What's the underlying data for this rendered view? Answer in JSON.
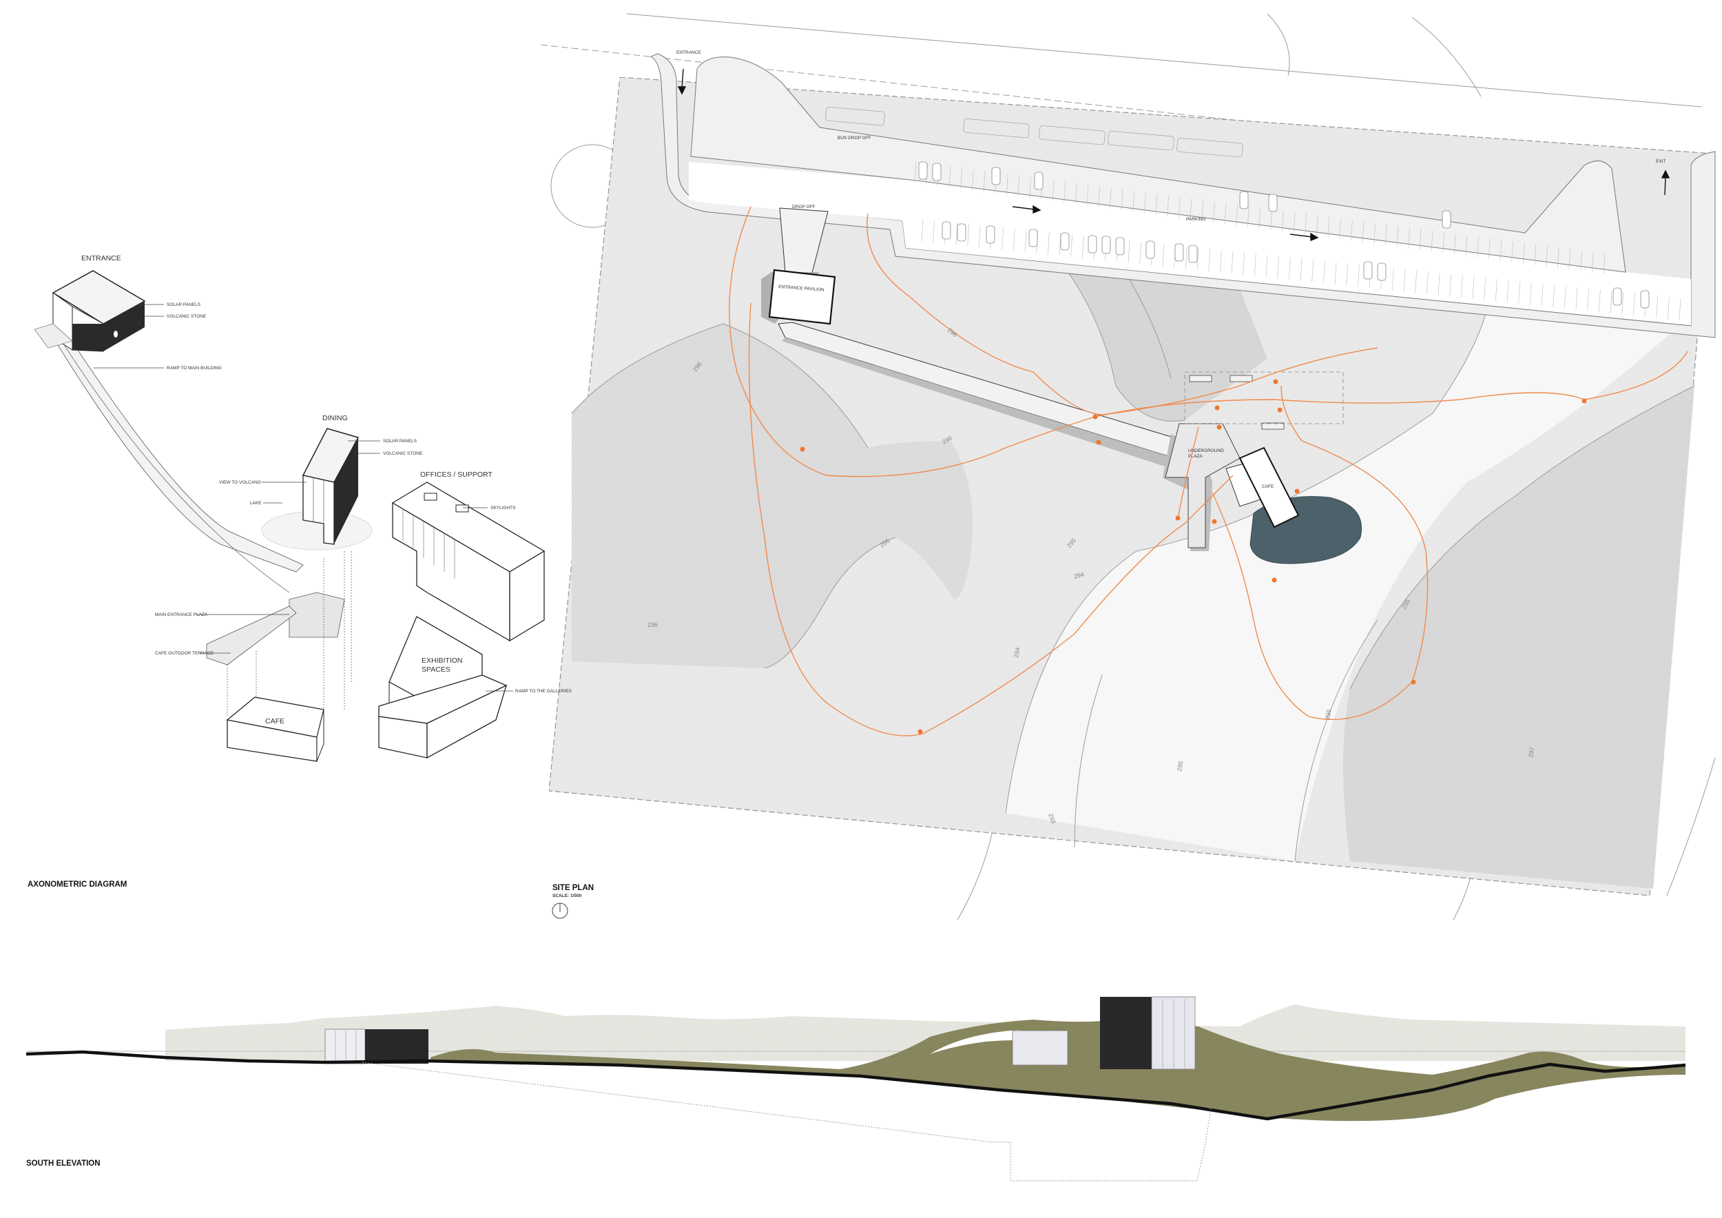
{
  "axonometric": {
    "title": "AXONOMETRIC DIAGRAM",
    "entrance": {
      "label": "ENTRANCE",
      "solar_panels": "SOLAR PANELS",
      "volcanic_stone": "VOLCANIC STONE",
      "ramp": "RAMP TO MAIN BUILDING"
    },
    "dining": {
      "label": "DINING",
      "solar_panels": "SOLAR PANELS",
      "volcanic_stone": "VOLCANIC STONE",
      "view": "VIEW TO VOLCANO",
      "lake": "LAKE"
    },
    "offices": {
      "label": "OFFICES / SUPPORT",
      "skylights": "SKYLIGHTS"
    },
    "main_entrance_plaza": "MAIN ENTRANCE PLAZA",
    "cafe_terrace": "CAFE OUTDOOR TERRACE",
    "cafe": "CAFE",
    "exhibition": {
      "line1": "EXHIBITION",
      "line2": "SPACES"
    },
    "ramp_galleries": "RAMP TO THE GALLERIES"
  },
  "site_plan": {
    "title": "SITE PLAN",
    "scale": "SCALE: 1/500",
    "entrance": "ENTRANCE",
    "bus_drop_off": "BUS DROP OFF",
    "drop_off": "DROP OFF",
    "parking": "PARKING",
    "exit": "EXIT",
    "entrance_pavilion": "ENTRANCE PAVILION",
    "underground_plaza": {
      "line1": "UNDERGROUND",
      "line2": "PLAZA"
    },
    "cafe": "CAFE",
    "contours": [
      "296",
      "296",
      "296",
      "296",
      "296",
      "295",
      "294",
      "294",
      "293",
      "295",
      "296",
      "295",
      "297"
    ]
  },
  "elevation": {
    "title": "SOUTH ELEVATION"
  },
  "colors": {
    "path": "#f08a4b",
    "lake": "#4d616a",
    "grass": "#8b8a60",
    "stone": "#2a2a2a"
  }
}
